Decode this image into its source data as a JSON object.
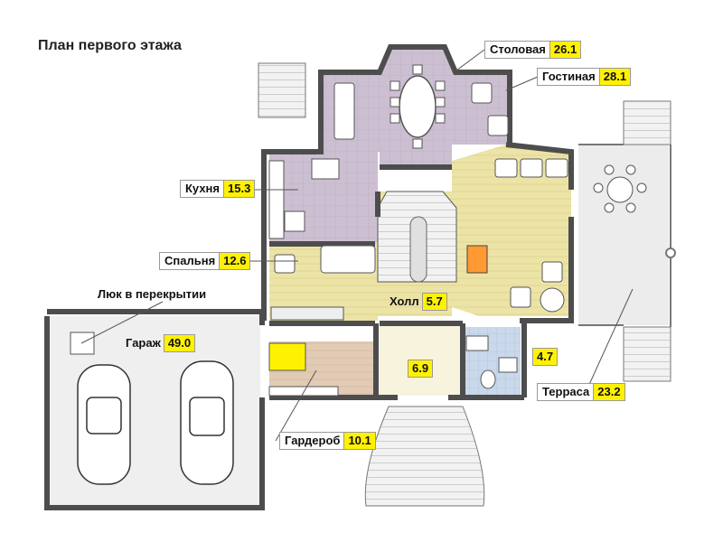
{
  "title": "План первого этажа",
  "rooms": {
    "dining": {
      "name": "Столовая",
      "area": "26.1"
    },
    "living": {
      "name": "Гостиная",
      "area": "28.1"
    },
    "kitchen": {
      "name": "Кухня",
      "area": "15.3"
    },
    "bedroom": {
      "name": "Спальня",
      "area": "12.6"
    },
    "hall": {
      "name": "Холл",
      "area": "5.7"
    },
    "garage": {
      "name": "Гараж",
      "area": "49.0"
    },
    "wardrobe": {
      "name": "Гардероб",
      "area": "10.1"
    },
    "terrace": {
      "name": "Терраса",
      "area": "23.2"
    },
    "vestibule": {
      "area": "6.9"
    },
    "bathroom": {
      "area": "4.7"
    }
  },
  "hatch_note": "Люк в перекрытии",
  "colors": {
    "wall": "#4d4d4d",
    "dining_floor": "#cdbfd2",
    "kitchen_floor": "#cdbfd2",
    "living_floor": "#ece3a6",
    "hall_floor": "#ece3a6",
    "wardrobe_floor": "#e2cbb5",
    "bathroom_floor": "#c9d8ea",
    "garage_floor": "#efefef",
    "terrace_floor": "#ececec",
    "label_highlight": "#fff200"
  }
}
